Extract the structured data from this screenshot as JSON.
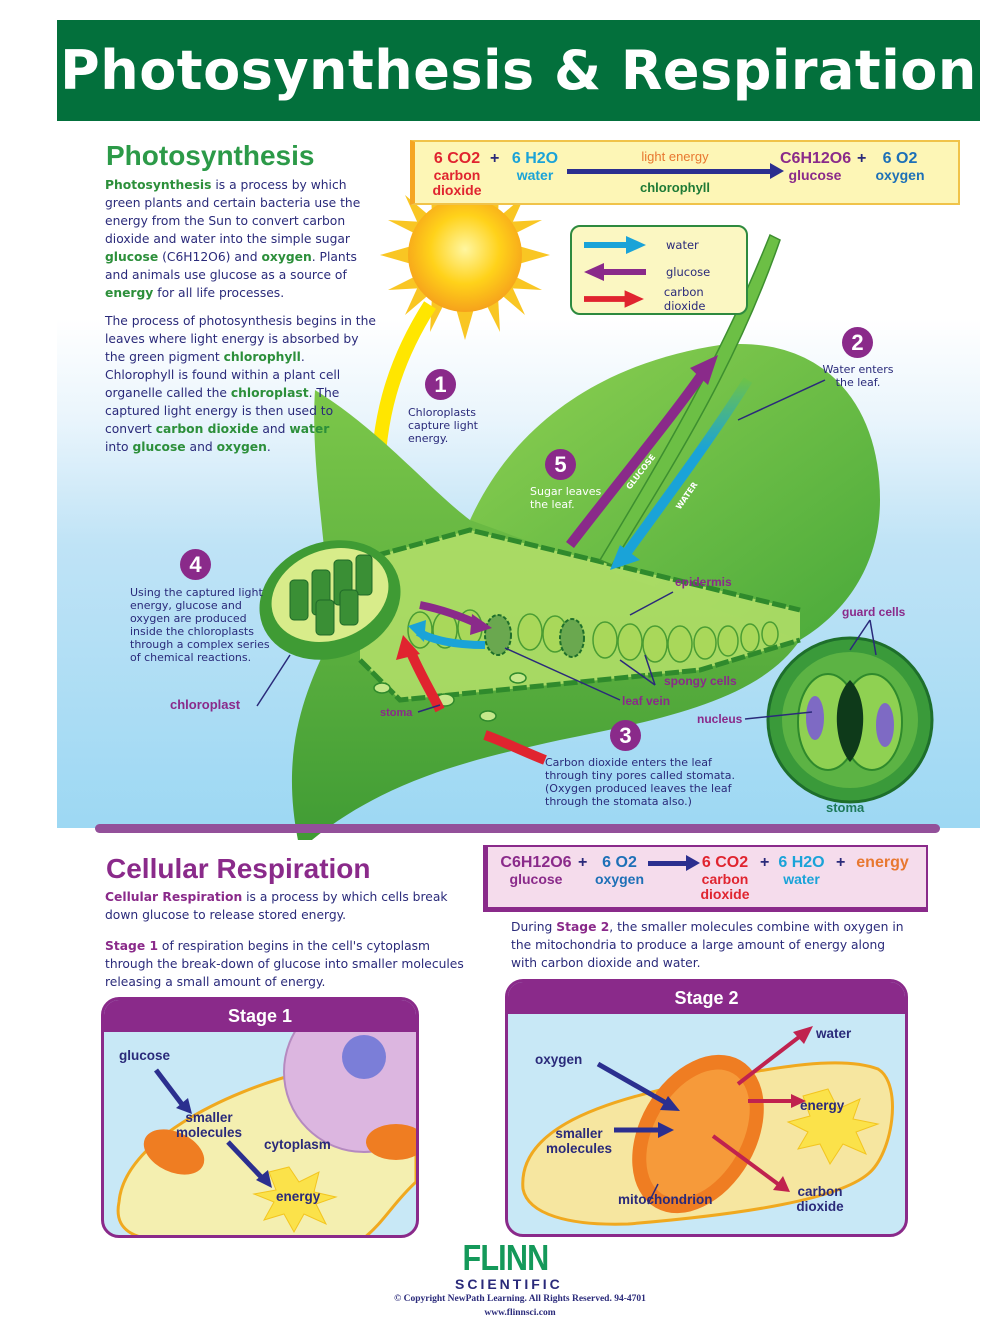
{
  "header": {
    "title": "Photosynthesis & Respiration"
  },
  "colors": {
    "header_green": "#03703c",
    "accent_green": "#2c9a48",
    "accent_purple": "#8a2a8a",
    "text_navy": "#2a2a7a",
    "water": "#1aa3d8",
    "glucose": "#8a2a8a",
    "carbon_dioxide": "#e0242f"
  },
  "photosynthesis": {
    "title": "Photosynthesis",
    "para1": {
      "lead": "Photosynthesis",
      "t1": " is a process by which green plants and certain bacteria use the energy from the Sun to convert carbon dioxide and water into the simple sugar ",
      "glucose": "glucose",
      "formula": " (C6H12O6) and ",
      "oxygen": "oxygen",
      "t2": ". Plants and animals use glucose as a source of ",
      "energy": "energy",
      "t3": " for all life processes."
    },
    "para2": {
      "t1": "The process of photosynthesis begins in the leaves where light energy is absorbed by the green pigment ",
      "chlorophyll": "chlorophyll",
      "t2": ". Chlorophyll is found within a plant cell organelle called the ",
      "chloroplast": "chloroplast",
      "t3": ". The captured light energy is then used to convert ",
      "co2": "carbon dioxide",
      "t4": " and ",
      "water": "water",
      "t5": " into ",
      "glucose": "glucose",
      "t6": " and ",
      "oxygen": "oxygen",
      "t7": "."
    },
    "equation": {
      "reactant1": {
        "formula": "6 CO2",
        "label": "carbon dioxide"
      },
      "reactant2": {
        "formula": "6 H2O",
        "label": "water"
      },
      "condition_top": "light energy",
      "condition_bottom": "chlorophyll",
      "product1": {
        "formula": "C6H12O6",
        "label": "glucose"
      },
      "product2": {
        "formula": "6 O2",
        "label": "oxygen"
      },
      "plus": "+"
    },
    "legend": [
      {
        "label": "water",
        "color": "#1aa3d8",
        "direction": "right"
      },
      {
        "label": "glucose",
        "color": "#8a2a8a",
        "direction": "left"
      },
      {
        "label": "carbon dioxide",
        "color": "#e0242f",
        "direction": "right"
      }
    ],
    "steps": [
      {
        "number": "1",
        "text": "Chloroplasts capture light energy."
      },
      {
        "number": "2",
        "text": "Water enters the leaf."
      },
      {
        "number": "3",
        "text": "Carbon dioxide enters the leaf through tiny pores called stomata. (Oxygen produced leaves the leaf through the stomata also.)"
      },
      {
        "number": "4",
        "text": "Using the captured light energy, glucose and oxygen are produced inside the chloroplasts through a complex series of chemical reactions."
      },
      {
        "number": "5",
        "text": "Sugar leaves the leaf."
      }
    ],
    "arrow_labels": {
      "glucose": "GLUCOSE",
      "water": "WATER"
    },
    "labels": {
      "chloroplast": "chloroplast",
      "epidermis": "epidermis",
      "spongy_cells": "spongy cells",
      "leaf_vein": "leaf vein",
      "stoma": "stoma",
      "guard_cells": "guard cells",
      "nucleus": "nucleus",
      "stoma_detail": "stoma"
    }
  },
  "respiration": {
    "title": "Cellular Respiration",
    "para1": {
      "lead": "Cellular Respiration",
      "rest": " is a process by which cells break down glucose to release stored energy."
    },
    "para2": {
      "lead": "Stage 1",
      "rest": " of respiration begins in the cell's cytoplasm through the break-down of glucose into smaller molecules releasing a small amount of energy."
    },
    "para3": {
      "t1": "During ",
      "lead": "Stage 2",
      "rest": ", the smaller molecules combine with oxygen in the mitochondria to produce a large amount of energy along with carbon dioxide and water."
    },
    "equation": {
      "reactant1": {
        "formula": "C6H12O6",
        "label": "glucose"
      },
      "reactant2": {
        "formula": "6 O2",
        "label": "oxygen"
      },
      "product1": {
        "formula": "6 CO2",
        "label": "carbon dioxide"
      },
      "product2": {
        "formula": "6 H2O",
        "label": "water"
      },
      "product3": {
        "formula": "energy"
      },
      "plus": "+"
    },
    "stage1": {
      "title": "Stage 1",
      "labels": {
        "glucose": "glucose",
        "smaller_molecules": "smaller molecules",
        "cytoplasm": "cytoplasm",
        "energy": "energy"
      }
    },
    "stage2": {
      "title": "Stage 2",
      "labels": {
        "oxygen": "oxygen",
        "smaller_molecules": "smaller molecules",
        "mitochondrion": "mitochondrion",
        "water": "water",
        "energy": "energy",
        "carbon_dioxide": "carbon dioxide"
      }
    }
  },
  "footer": {
    "brand": "FLINN",
    "brand_sub": "SCIENTIFIC",
    "copyright": "© Copyright NewPath Learning. All Rights Reserved. 94-4701",
    "website": "www.flinnsci.com"
  }
}
